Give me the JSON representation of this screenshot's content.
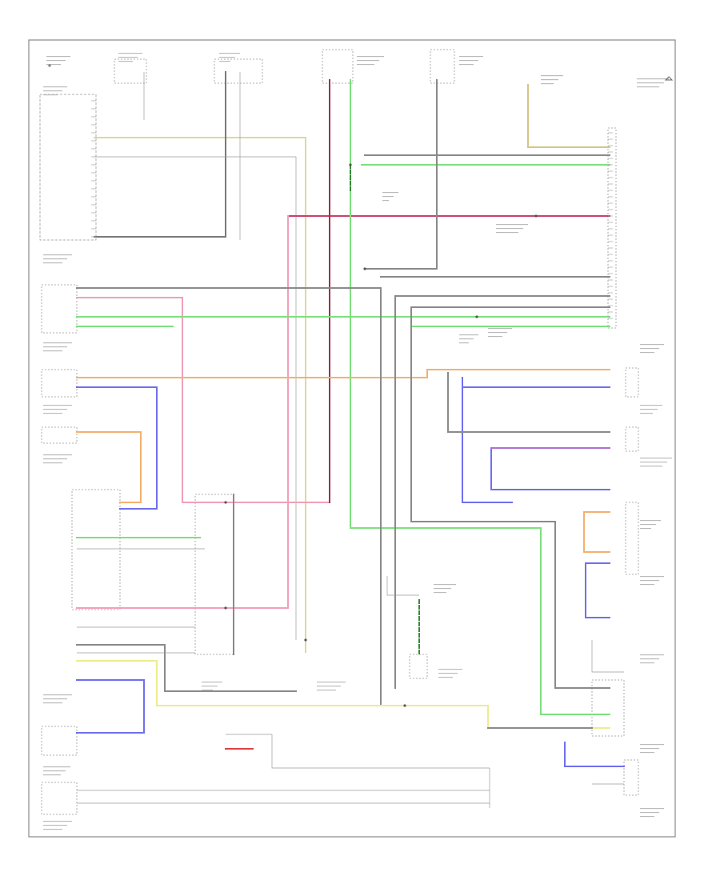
{
  "diagram": {
    "footer_code": "",
    "components": [
      {
        "id": "left_module",
        "label": "",
        "x": 0
      },
      {
        "id": "right_module",
        "label": ""
      }
    ],
    "wire_colors": {
      "yellow": "#e0d89a",
      "tan": "#d8c488",
      "pink": "#f0a0b8",
      "red": "#c8406a",
      "green": "#7ee07e",
      "dkgreen": "#3a8a3a",
      "orange": "#f4b070",
      "blue": "#7070f0",
      "violet": "#b070d0",
      "gray": "#8a8a8a",
      "black": "#333333",
      "white": "#d0d0d0"
    }
  }
}
